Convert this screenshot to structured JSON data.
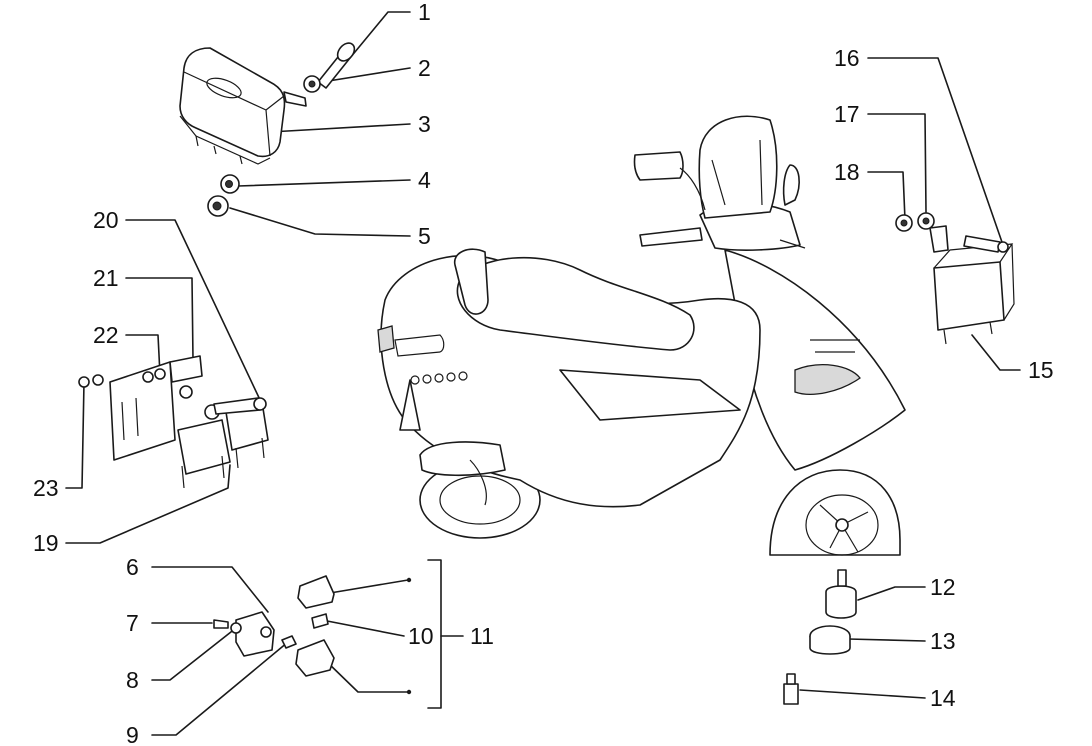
{
  "diagram": {
    "title": "Electrical components exploded view",
    "callouts": {
      "n1": "1",
      "n2": "2",
      "n3": "3",
      "n4": "4",
      "n5": "5",
      "n6": "6",
      "n7": "7",
      "n8": "8",
      "n9": "9",
      "n10": "10",
      "n11": "11",
      "n12": "12",
      "n13": "13",
      "n14": "14",
      "n15": "15",
      "n16": "16",
      "n17": "17",
      "n18": "18",
      "n19": "19",
      "n20": "20",
      "n21": "21",
      "n22": "22",
      "n23": "23"
    }
  },
  "colors": {
    "ink": "#1a1a1a",
    "background": "#ffffff",
    "shade": "#d9d9d9"
  }
}
